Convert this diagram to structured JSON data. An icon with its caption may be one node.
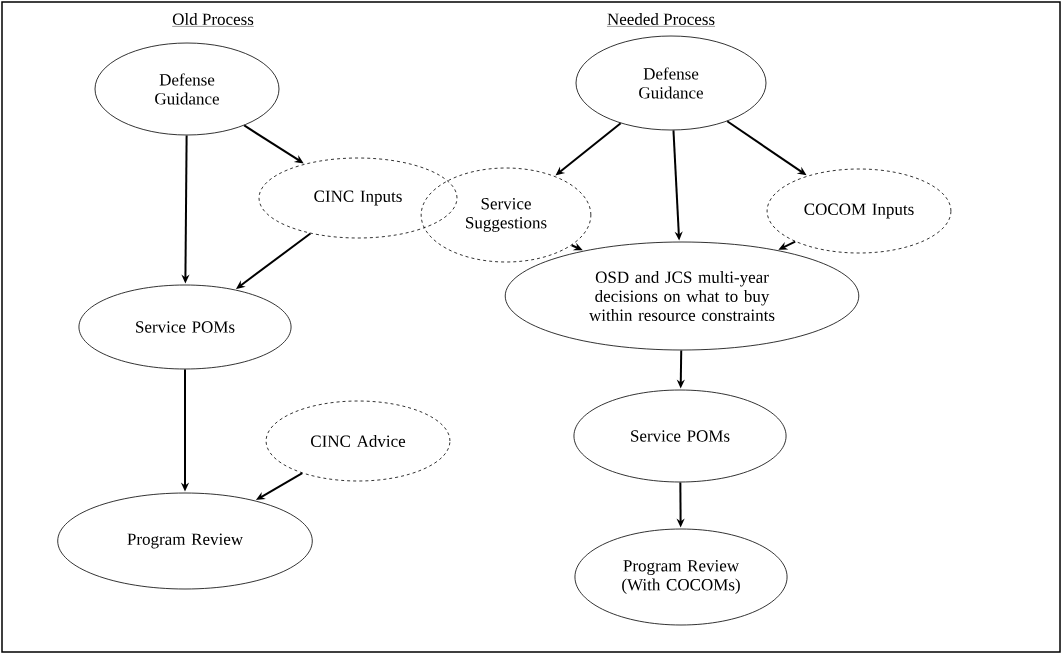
{
  "diagram": {
    "nodes": [
      {
        "text": [
          "Defense Guidance"
        ]
      },
      {
        "text": [
          "CINC Inputs"
        ]
      },
      {
        "text": [
          "Service POMs"
        ]
      },
      {
        "text": [
          "CINC Advice"
        ]
      },
      {
        "text": [
          "Program Review"
        ]
      },
      {
        "text": [
          "Defense Guidance"
        ]
      },
      {
        "text": [
          "Service Suggestions"
        ]
      },
      {
        "text": [
          "COCOM Inputs"
        ]
      },
      {
        "text": [
          "OSD and JCS multi-year decisions on what to buy within resource constraints"
        ]
      },
      {
        "text": [
          "Service POMs"
        ]
      },
      {
        "text": [
          "Program Review (With COCOMs)"
        ]
      }
    ],
    "edges": [
      {
        "from": 0,
        "to": 2,
        "arrow": "to"
      },
      {
        "from": 0,
        "to": 1,
        "arrow": "to"
      },
      {
        "from": 1,
        "to": 2,
        "arrow": "to"
      },
      {
        "from": 2,
        "to": 4,
        "arrow": "to"
      },
      {
        "from": 3,
        "to": 4,
        "arrow": "to"
      },
      {
        "from": 5,
        "to": 6,
        "arrow": "to"
      },
      {
        "from": 5,
        "to": 8,
        "arrow": "to"
      },
      {
        "from": 5,
        "to": 7,
        "arrow": "to"
      },
      {
        "from": 6,
        "to": 8,
        "arrow": "to"
      },
      {
        "from": 7,
        "to": 8,
        "arrow": "to"
      },
      {
        "from": 8,
        "to": 9,
        "arrow": "to"
      },
      {
        "from": 9,
        "to": 10,
        "arrow": "to"
      }
    ],
    "labels": [
      "Old Process",
      "Needed Process"
    ]
  }
}
